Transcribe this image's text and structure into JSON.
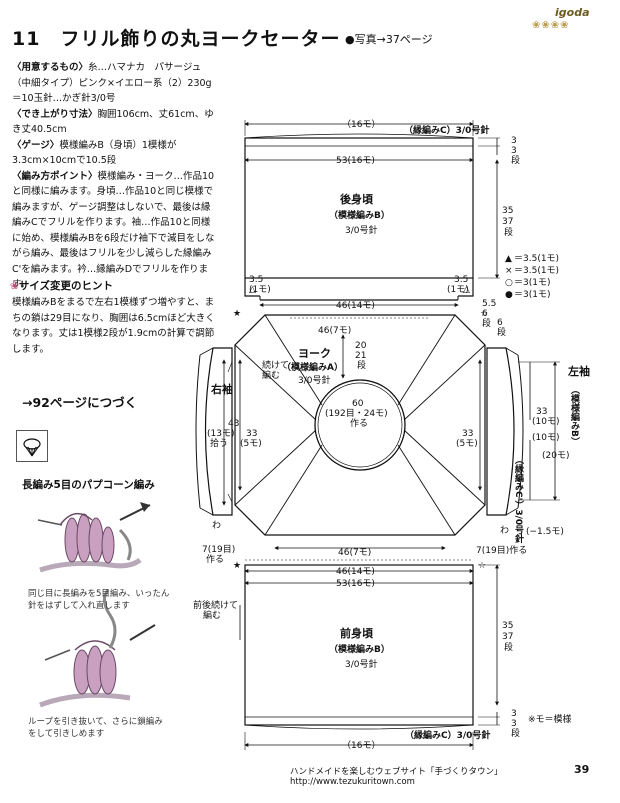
{
  "header": {
    "title": "11　フリル飾りの丸ヨークセーター",
    "photo_ref": "●写真→37ページ",
    "brand": "igoda",
    "brand_dots": "❀❀❀❀"
  },
  "materials": [
    {
      "head": "〈用意するもの〉",
      "body": "糸…ハマナカ　パサージュ（中細タイプ）ピンク×イエロー系（2）230g＝10玉針…かぎ針3/0号"
    },
    {
      "head": "〈でき上がり寸法〉",
      "body": "胸囲106cm、丈61cm、ゆき丈40.5cm"
    },
    {
      "head": "〈ゲージ〉",
      "body": "模様編みB（身頃）1模様が3.3cm×10cmで10.5段"
    },
    {
      "head": "〈編み方ポイント〉",
      "body": "模様編み・ヨーク…作品10と同様に編みます。身頃…作品10と同じ模様で編みますが、ゲージ調整はしないで、最後は縁編みCでフリルを作ります。袖…作品10と同様に始め、模様編みBを6段だけ袖下で減目をしながら編み、最後はフリルを少し減らした縁編みC'を編みます。衿…縁編みDでフリルを作ります。"
    }
  ],
  "hint": {
    "icon": "❀",
    "head": "サイズ変更のヒント",
    "body": "模様編みBをまるで左右1模様ずつ増やすと、まちの鎖は29目になり、胸囲は6.5cmほど大きくなります。丈は1模様2段が1.9cmの計算で調節します。"
  },
  "continue_text": "→92ページにつづく",
  "popcorn": {
    "title": "長編み5目のパプコーン編み",
    "caption1": [
      "同じ目に長編みを5目編み、いったん",
      "針をはずして入れ直します"
    ],
    "caption2": [
      "ループを引き抜いて、さらに鎖編み",
      "をして引きしめます"
    ]
  },
  "diagram": {
    "back": {
      "title": "後身頃",
      "pattern": "（模様編みB）",
      "needle": "3/0号針",
      "border": "（縁編みC）3/0号針",
      "top_width": "（16モ）",
      "width": "53(16モ)",
      "rows": [
        "35",
        "37",
        "段"
      ],
      "top_rows": [
        "3",
        "3",
        "段"
      ],
      "notch_l": [
        "3.5",
        "(1モ)"
      ],
      "notch_r": [
        "3.5",
        "(1モ)"
      ],
      "bottom": "46(14モ)"
    },
    "front": {
      "title": "前身頃",
      "pattern": "（模様編みB）",
      "needle": "3/0号針",
      "border": "（縁編みC）3/0号針",
      "bottom_width": "（16モ）",
      "top1": "46(14モ)",
      "top2": "53(16モ)",
      "rows": [
        "35",
        "37",
        "段"
      ],
      "bottom_rows": [
        "3",
        "3",
        "段"
      ],
      "note_l": [
        "7(19目)",
        "作る"
      ],
      "note_r": "7(19目)作る",
      "continue_note": [
        "前後続けて",
        "編む"
      ]
    },
    "yoke": {
      "title": "ヨーク",
      "pattern": "（模様編みA）",
      "needle": "3/0号針",
      "rows": [
        "20",
        "21",
        "段"
      ],
      "neck": [
        "60",
        "(192目・24モ)",
        "作る"
      ],
      "top": "46(7モ)",
      "bottom": "46(7モ)",
      "left": [
        "33",
        "(5モ)"
      ],
      "right": [
        "33",
        "(5モ)"
      ],
      "join_note": [
        "続けて",
        "編む"
      ]
    },
    "right_sleeve": {
      "title": "右袖",
      "width": [
        "43",
        "(13モ)",
        "拾う"
      ],
      "inner": [
        "33",
        "(5モ)"
      ],
      "mark": "わ"
    },
    "left_sleeve": {
      "title": "左袖",
      "pattern": "（模様編みB）",
      "border": "（縁編みC'）3/0号針",
      "w1": [
        "33",
        "(10モ)"
      ],
      "w2": "(10モ)",
      "total": "(20モ)",
      "minus": "(−1.5モ)",
      "rows": [
        "6",
        "段"
      ],
      "sub": [
        "5.5",
        "6",
        "段"
      ],
      "mark": "わ"
    },
    "legend": [
      "＝3.5(1モ)",
      "＝3.5(1モ)",
      "＝3(1モ)",
      "＝3(1モ)"
    ],
    "legend_symbols": [
      "▲",
      "×",
      "○",
      "●"
    ],
    "mo_note": "※モ＝模様"
  },
  "footer": {
    "text": "ハンドメイドを楽しむウェブサイト「手づくりタウン」 http://www.tezukuritown.com",
    "page": "39"
  }
}
